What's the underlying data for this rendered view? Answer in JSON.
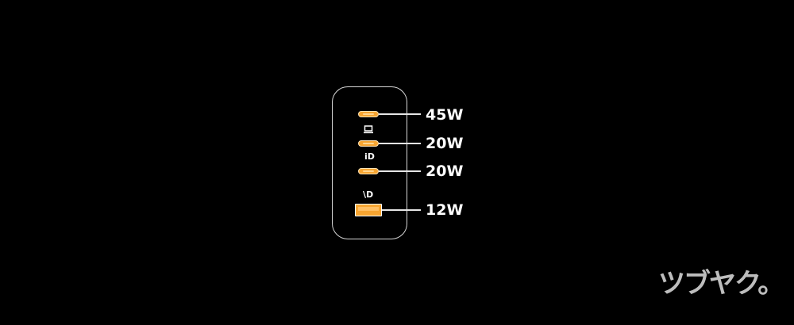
{
  "ports": [
    {
      "type": "USB-C",
      "power": "45W",
      "icon": "laptop-icon"
    },
    {
      "type": "USB-C",
      "power": "20W",
      "icon": "pd-icon"
    },
    {
      "type": "USB-C",
      "power": "20W",
      "icon": "qc-icon"
    },
    {
      "type": "USB-A",
      "power": "12W"
    }
  ],
  "icons": {
    "pd": "iD",
    "qc": "\\D"
  },
  "logo": {
    "text": "ツブヤク。",
    "color": "#bdbdbd"
  },
  "colors": {
    "background": "#000000",
    "port_fill": "#f7a531",
    "outline": "#d8d8d8",
    "label": "#ffffff"
  }
}
